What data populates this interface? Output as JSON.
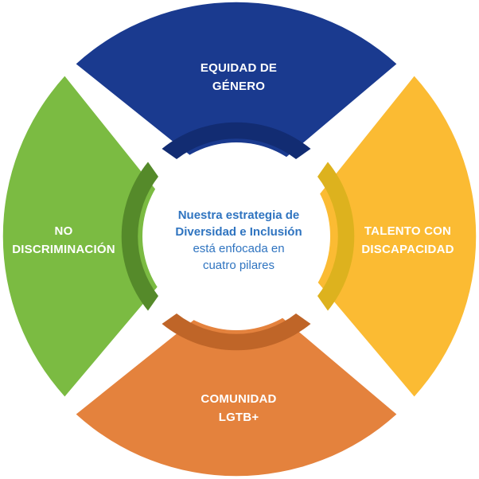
{
  "colors": {
    "blue": "#1a3a8f",
    "blue_dark": "#122c72",
    "yellow": "#fbbb33",
    "yellow_dark": "#ddb21e",
    "orange": "#e4823d",
    "orange_dark": "#bf6528",
    "green": "#7bbb42",
    "green_dark": "#558a2a",
    "center_text": "#2f74c0"
  },
  "pillars": {
    "top": {
      "line1": "EQUIDAD DE",
      "line2": "GÉNERO"
    },
    "right": {
      "line1": "TALENTO CON",
      "line2": "DISCAPACIDAD"
    },
    "bottom": {
      "line1": "COMUNIDAD",
      "line2": "LGTB+"
    },
    "left": {
      "line1": "NO",
      "line2": "DISCRIMINACIÓN"
    }
  },
  "center": {
    "heading_line1": "Nuestra estrategia de",
    "heading_line2": "Diversidad e Inclusión",
    "sub_line1": "está enfocada en",
    "sub_line2": "cuatro pilares"
  }
}
